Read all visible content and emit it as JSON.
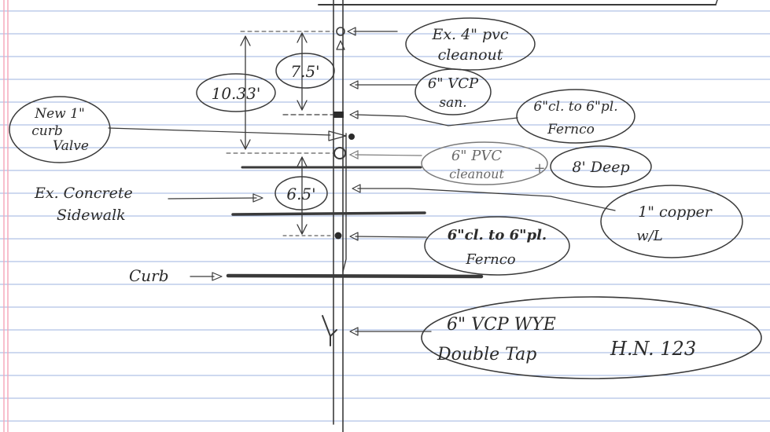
{
  "labels": {
    "ex_cleanout_line1": "Ex. 4\" pvc",
    "ex_cleanout_line2": "cleanout",
    "vcp_san_line1": "6\" VCP",
    "vcp_san_line2": "san.",
    "fernco_top_line1": "6\"cl. to 6\"pl.",
    "fernco_top_line2": "Fernco",
    "new_curb_line1": "New 1\"",
    "new_curb_line2": "curb",
    "new_curb_line3": "Valve",
    "pvc_cleanout_line1": "6\" PVC",
    "pvc_cleanout_line2": "cleanout",
    "plus": "+",
    "deep": "8' Deep",
    "sidewalk_line1": "Ex. Concrete",
    "sidewalk_line2": "Sidewalk",
    "copper_line1": "1\" copper",
    "copper_line2": "w/L",
    "fernco_bottom_line1": "6\"cl. to 6\"pl.",
    "fernco_bottom_line2": "Fernco",
    "curb": "Curb",
    "wye_line1": "6\" VCP WYE",
    "wye_line2": "Double Tap",
    "house_number": "H.N. 123"
  },
  "dimensions": {
    "d_10_33": "10.33'",
    "d_7_5": "7.5'",
    "d_6_5": "6.5'"
  },
  "colors": {
    "ink": "#2b2b2b",
    "ruled_line": "#9db3df",
    "margin_line": "#f4a6b8",
    "paper": "#ffffff"
  }
}
